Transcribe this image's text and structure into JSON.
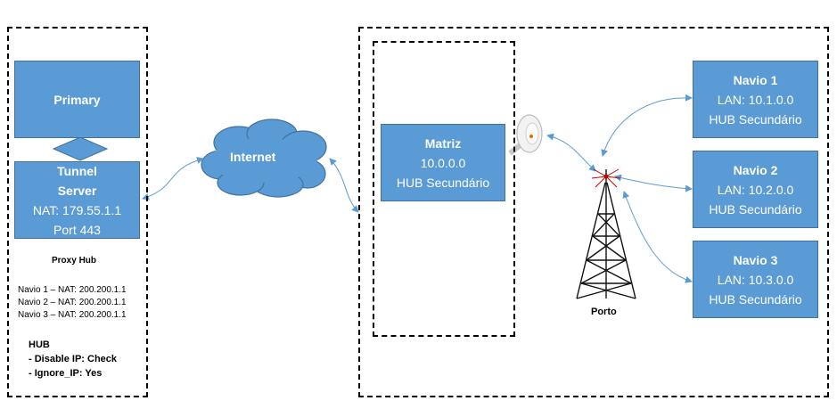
{
  "left_panel": {
    "primary": "Primary",
    "tunnel": {
      "title1": "Tunnel",
      "title2": "Server",
      "nat": "NAT: 179.55.1.1",
      "port": "Port 443"
    },
    "proxy_hub": "Proxy Hub",
    "nat_list": [
      "Navio 1 – NAT: 200.200.1.1",
      "Navio 2 – NAT: 200.200.1.1",
      "Navio 3 – NAT: 200.200.1.1"
    ],
    "hub_config": {
      "title": "HUB",
      "items": [
        "- Disable IP: Check",
        "- Ignore_IP: Yes"
      ]
    }
  },
  "internet": "Internet",
  "matriz": {
    "title": "Matriz",
    "lan": "10.0.0.0",
    "hub": "HUB Secundário"
  },
  "porto": "Porto",
  "ships": [
    {
      "title": "Navio 1",
      "lan": "LAN: 10.1.0.0",
      "hub": "HUB Secundário"
    },
    {
      "title": "Navio 2",
      "lan": "LAN: 10.2.0.0",
      "hub": "HUB Secundário"
    },
    {
      "title": "Navio 3",
      "lan": "LAN: 10.3.0.0",
      "hub": "HUB Secundário"
    }
  ],
  "colors": {
    "box_fill": "#5b9bd5",
    "box_border": "#41719c",
    "link": "#5b9bd5"
  }
}
